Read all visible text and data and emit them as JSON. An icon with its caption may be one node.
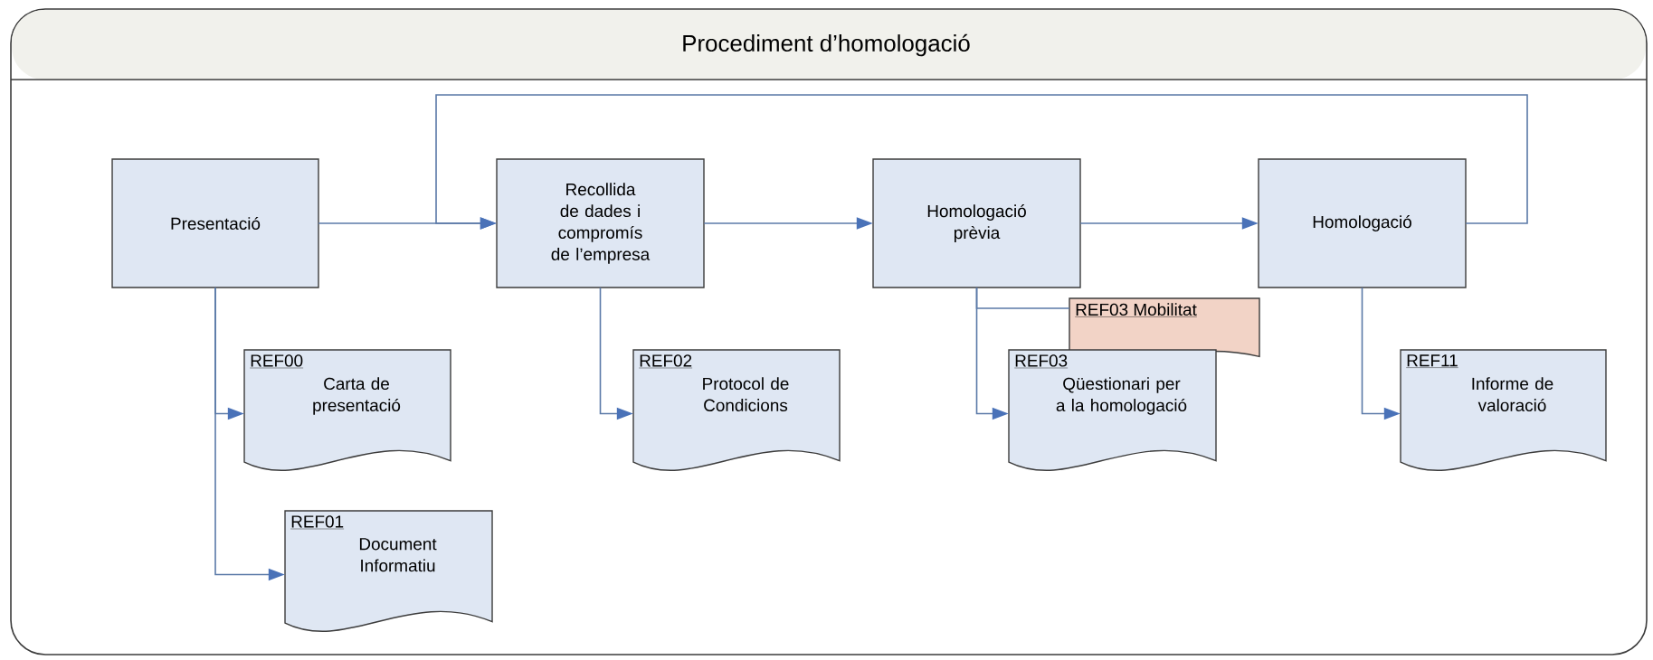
{
  "diagram": {
    "title": "Procediment d’homologació",
    "nodes": [
      {
        "text": [
          "Presentació"
        ]
      },
      {
        "text": [
          "Recollida de dades i compromís de l’empresa"
        ]
      },
      {
        "text": [
          "Homologació prèvia"
        ]
      },
      {
        "text": [
          "Homologació"
        ]
      },
      {
        "text": [
          "REF00",
          "Carta de presentació"
        ]
      },
      {
        "text": [
          "REF01",
          "Document Informatiu"
        ]
      },
      {
        "text": [
          "REF02",
          "Protocol de Condicions"
        ]
      },
      {
        "text": [
          "REF03 Mobilitat"
        ]
      },
      {
        "text": [
          "REF03",
          "Qüestionari per a la homologació"
        ]
      },
      {
        "text": [
          "REF11",
          "Informe de valoració"
        ]
      }
    ],
    "edges": [
      {
        "from": 0,
        "to": 1,
        "arrow": "to"
      },
      {
        "from": 1,
        "to": 2,
        "arrow": "to"
      },
      {
        "from": 2,
        "to": 3,
        "arrow": "to"
      },
      {
        "from": 3,
        "to": 1,
        "arrow": "to"
      },
      {
        "from": 0,
        "to": 4,
        "arrow": "to"
      },
      {
        "from": 0,
        "to": 5,
        "arrow": "to"
      },
      {
        "from": 1,
        "to": 6,
        "arrow": "to"
      },
      {
        "from": 2,
        "to": 7,
        "arrow": "none"
      },
      {
        "from": 2,
        "to": 8,
        "arrow": "to"
      },
      {
        "from": 3,
        "to": 9,
        "arrow": "to"
      }
    ]
  }
}
